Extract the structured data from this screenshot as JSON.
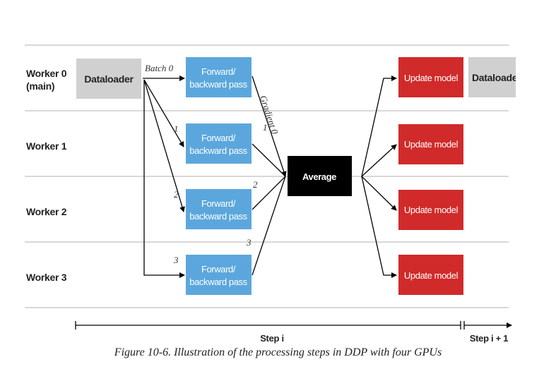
{
  "workers": [
    {
      "name_line1": "Worker 0",
      "name_line2": "(main)"
    },
    {
      "name_line1": "Worker 1",
      "name_line2": ""
    },
    {
      "name_line1": "Worker 2",
      "name_line2": ""
    },
    {
      "name_line1": "Worker 3",
      "name_line2": ""
    }
  ],
  "dataloader_label": "Dataloader",
  "dataloader_next_label": "Dataloader",
  "batch_labels": [
    "Batch 0",
    "1",
    "2",
    "3"
  ],
  "forward_backward": {
    "line1": "Forward/",
    "line2": "backward pass"
  },
  "gradient_labels": [
    "Gradient 0",
    "1",
    "2",
    "3"
  ],
  "average_label": "Average",
  "update_label": "Update model",
  "step_labels": {
    "current": "Step i",
    "next": "Step i + 1"
  },
  "caption": "Figure 10-6. Illustration of the processing steps in DDP with four GPUs",
  "colors": {
    "forward": "#5ba7dd",
    "update": "#d12a2a",
    "average": "#000000",
    "dataloader": "#d0d0d0",
    "divider": "#cccccc",
    "arrow": "#000000"
  }
}
